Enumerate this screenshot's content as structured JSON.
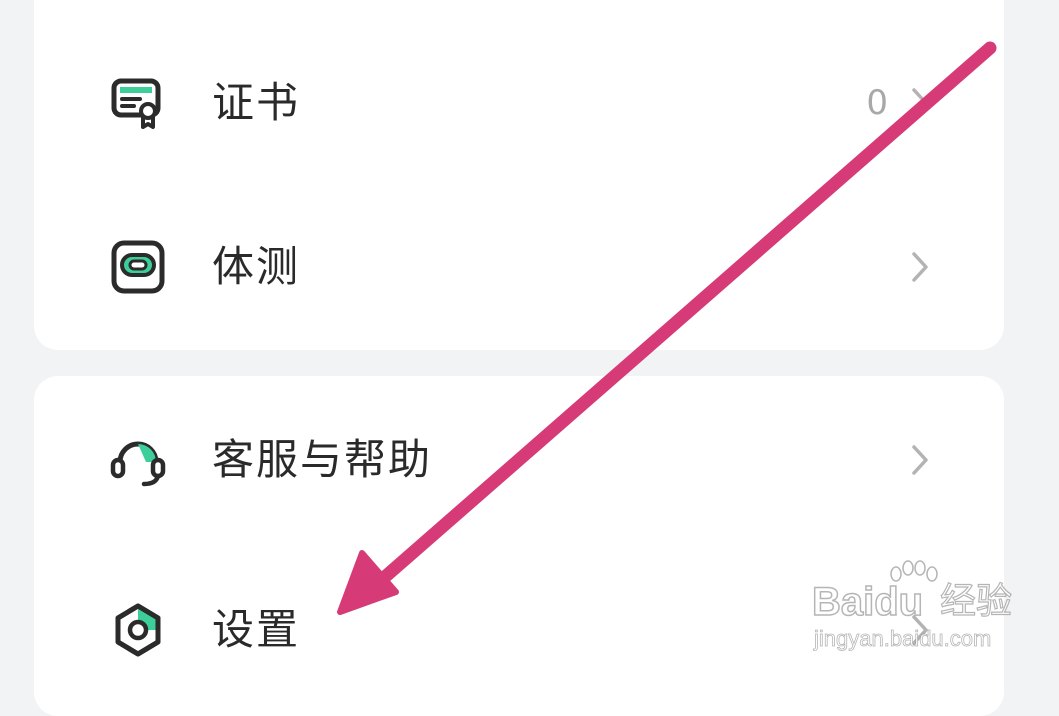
{
  "menu": {
    "group1": [
      {
        "id": "certificate",
        "label": "证书",
        "count": "0",
        "icon": "certificate-icon"
      },
      {
        "id": "fitness-test",
        "label": "体测",
        "count": "",
        "icon": "fitness-test-icon"
      }
    ],
    "group2": [
      {
        "id": "customer-service",
        "label": "客服与帮助",
        "count": "",
        "icon": "headset-icon"
      },
      {
        "id": "settings",
        "label": "设置",
        "count": "",
        "icon": "settings-icon"
      }
    ]
  },
  "annotation": {
    "arrow_color": "#d63b78",
    "points_to": "settings"
  },
  "watermark": {
    "brand": "Baidu",
    "cn_text": "经验",
    "url": "jingyan.baidu.com"
  },
  "colors": {
    "accent": "#3ccf9a",
    "icon_stroke": "#2b2b2b",
    "background": "#f2f3f5",
    "card": "#ffffff",
    "label": "#2a2a2a",
    "muted": "#a8a8a8"
  }
}
